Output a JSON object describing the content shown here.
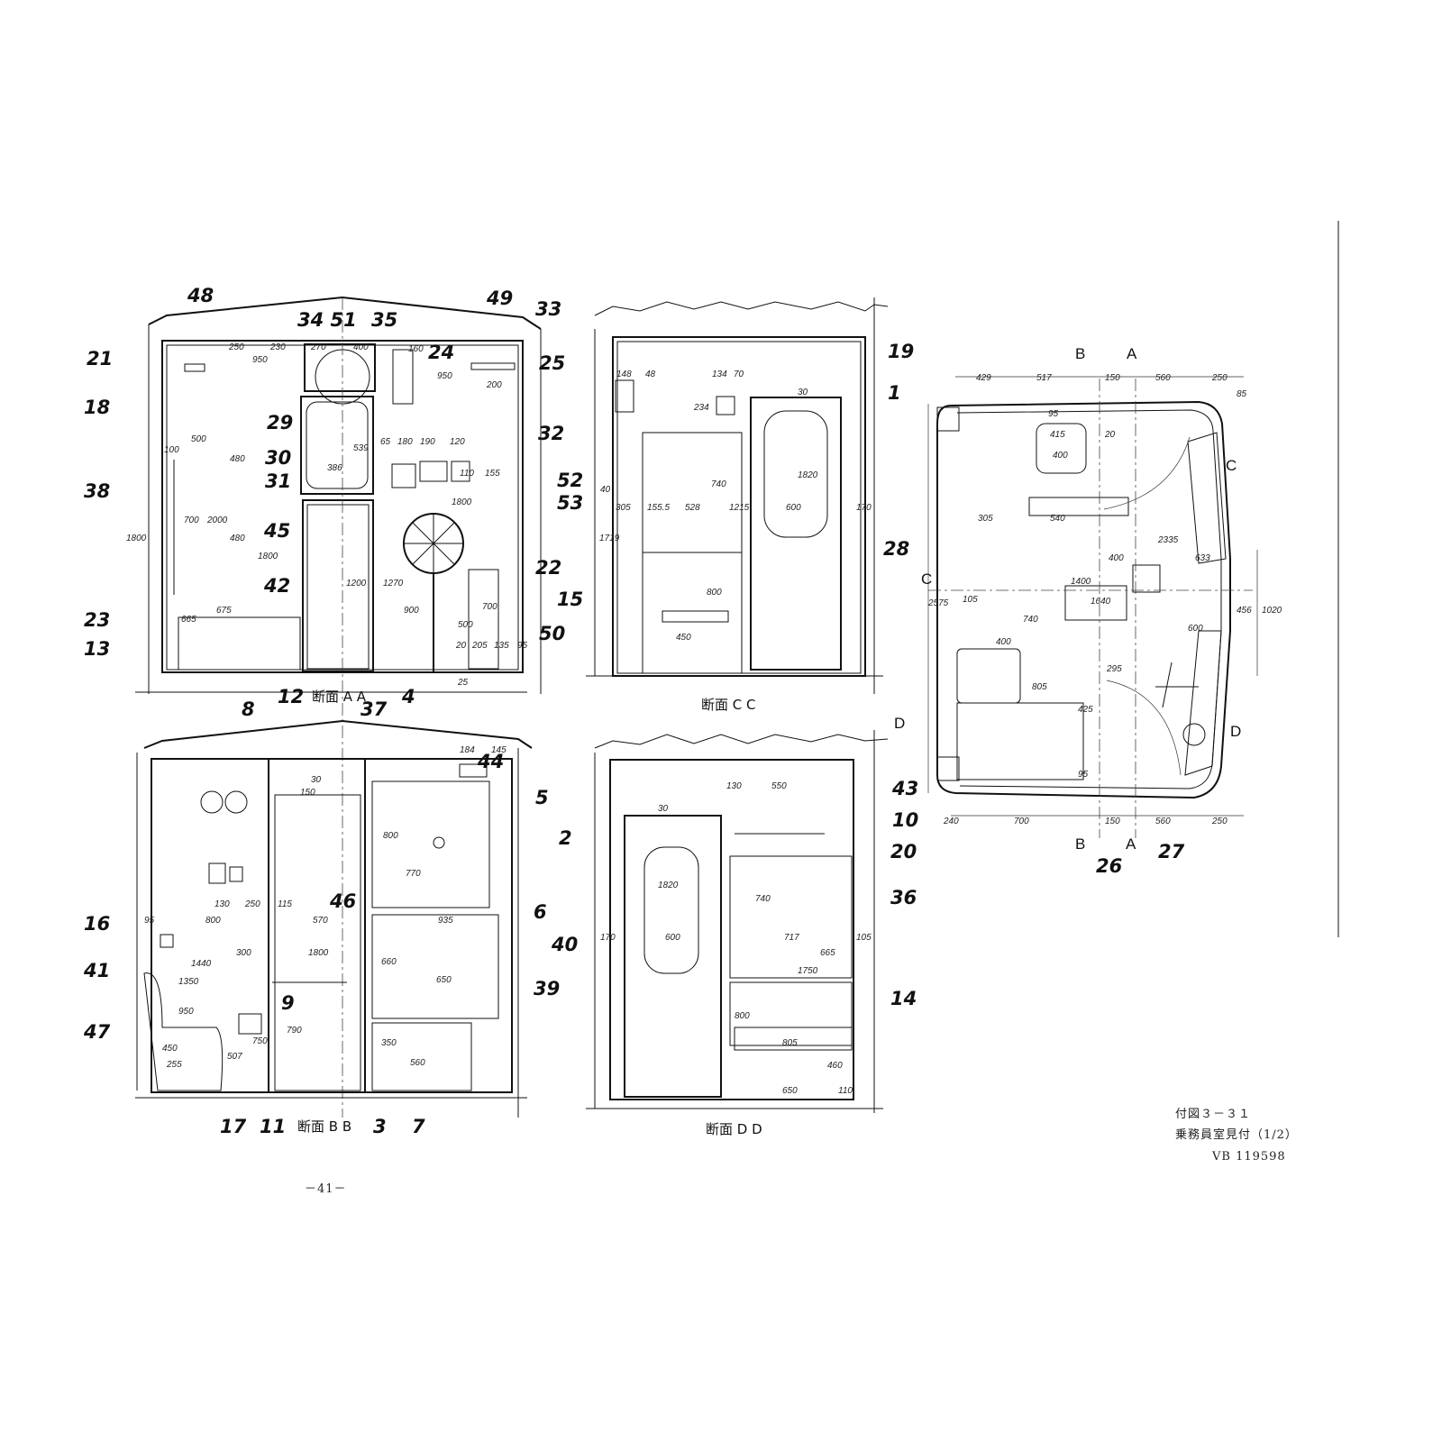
{
  "sections": {
    "aa": {
      "title": "断面 A A"
    },
    "bb": {
      "title": "断面 B B"
    },
    "cc": {
      "title": "断面 C C"
    },
    "dd": {
      "title": "断面 D D"
    }
  },
  "callouts": {
    "aa": [
      "48",
      "49",
      "33",
      "34 51",
      "35",
      "21",
      "24",
      "25",
      "18",
      "29",
      "32",
      "30",
      "31",
      "38",
      "45",
      "22",
      "42",
      "23",
      "50",
      "13",
      "12",
      "4"
    ],
    "cc": [
      "19",
      "1",
      "52",
      "53",
      "28",
      "15"
    ],
    "bb": [
      "8",
      "37",
      "44",
      "5",
      "16",
      "6",
      "46",
      "41",
      "9",
      "39",
      "47",
      "17",
      "11",
      "3",
      "7"
    ],
    "dd": [
      "43",
      "10",
      "2",
      "20",
      "36",
      "40",
      "14"
    ],
    "plan": [
      "26",
      "27"
    ]
  },
  "section_markers": {
    "b": "B",
    "a": "A",
    "c": "C",
    "d": "D"
  },
  "dimensions": {
    "aa": [
      "250",
      "230",
      "950",
      "270",
      "400",
      "160",
      "950",
      "200",
      "500",
      "100",
      "480",
      "480",
      "2000",
      "700",
      "1800",
      "1800",
      "386",
      "539",
      "1200",
      "1270",
      "900",
      "1800",
      "665",
      "675",
      "65",
      "180",
      "190",
      "120",
      "110",
      "155",
      "700",
      "500",
      "205",
      "135",
      "95",
      "20",
      "25"
    ],
    "cc": [
      "148",
      "48",
      "134",
      "70",
      "234",
      "30",
      "305",
      "155.5",
      "528",
      "740",
      "1215",
      "600",
      "1820",
      "170",
      "1719",
      "800",
      "450",
      "40"
    ],
    "bb": [
      "184",
      "145",
      "150",
      "30",
      "800",
      "770",
      "130",
      "250",
      "115",
      "800",
      "570",
      "935",
      "95",
      "1800",
      "300",
      "1440",
      "1350",
      "950",
      "660",
      "650",
      "350",
      "560",
      "450",
      "255",
      "507",
      "750",
      "790"
    ],
    "dd": [
      "130",
      "550",
      "30",
      "1820",
      "600",
      "740",
      "717",
      "1750",
      "665",
      "105",
      "800",
      "805",
      "460",
      "650",
      "110",
      "170"
    ],
    "plan": [
      "429",
      "517",
      "150",
      "560",
      "250",
      "85",
      "95",
      "415",
      "400",
      "20",
      "305",
      "540",
      "2335",
      "400",
      "633",
      "1400",
      "1020",
      "456",
      "1640",
      "2575",
      "105",
      "740",
      "400",
      "600",
      "805",
      "425",
      "295",
      "95",
      "240",
      "700",
      "150",
      "560",
      "250"
    ]
  },
  "caption": {
    "figure": "付図３－３１",
    "title": "乗務員室見付（1/2）",
    "code": "VB 119598"
  },
  "page_number": "－41－"
}
